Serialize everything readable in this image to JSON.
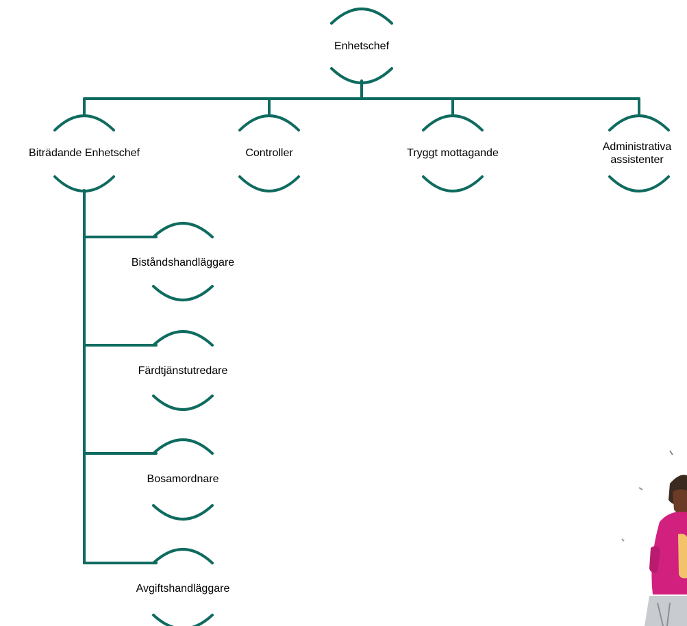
{
  "colors": {
    "line": "#0f6b5f",
    "text": "#000000",
    "background": "#ffffff"
  },
  "root": {
    "label": "Enhetschef"
  },
  "level1": [
    {
      "label": "Biträdande Enhetschef"
    },
    {
      "label": "Controller"
    },
    {
      "label": "Tryggt mottagande"
    },
    {
      "label": "Administrativa assistenter"
    }
  ],
  "level2": [
    {
      "label": "Biståndshandläggare"
    },
    {
      "label": "Färdtjänstutredare"
    },
    {
      "label": "Bosamordnare"
    },
    {
      "label": "Avgiftshandläggare"
    }
  ],
  "illustration": {
    "icon": "person-illustration"
  }
}
